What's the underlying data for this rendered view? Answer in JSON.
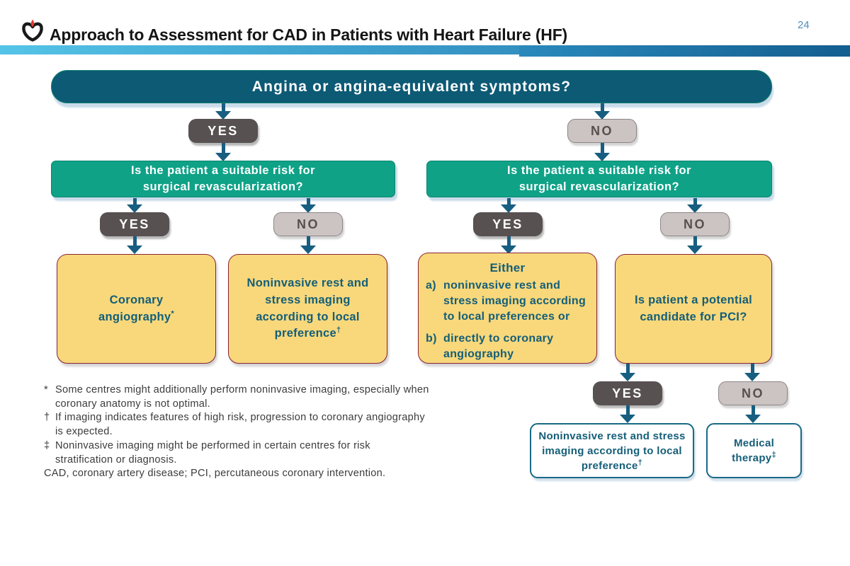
{
  "header": {
    "title": "Approach to Assessment for CAD in Patients with Heart Failure (HF)",
    "page_number": "24",
    "logo": "heart-flame-icon"
  },
  "flowchart": {
    "root_question": "Angina or angina-equivalent symptoms?",
    "yes": "YES",
    "no": "NO",
    "surgical_question": {
      "line1": "Is the patient a suitable risk for",
      "line2": "surgical revascularization?"
    },
    "coronary_angiography": {
      "text": "Coronary angiography",
      "sup": "*"
    },
    "imaging_preference": {
      "text": "Noninvasive rest and stress imaging according to local preference",
      "sup": "†"
    },
    "either": {
      "heading": "Either",
      "a_marker": "a)",
      "a_text": "noninvasive rest and stress imaging according to local preferences",
      "a_suffix": "or",
      "b_marker": "b)",
      "b_text": "directly to coronary angiography"
    },
    "pci_question": "Is patient a potential candidate for PCI?",
    "imaging_preference_outcome": {
      "text": "Noninvasive rest and stress imaging according to local preference",
      "sup": "†"
    },
    "medical_therapy": {
      "text": "Medical therapy",
      "sup": "‡"
    }
  },
  "footnotes": [
    {
      "marker": "*",
      "lines": [
        "Some centres might additionally perform noninvasive imaging, especially when",
        "coronary anatomy is not optimal."
      ]
    },
    {
      "marker": "†",
      "lines": [
        "If imaging indicates features of high risk, progression to coronary angiography",
        "is expected."
      ]
    },
    {
      "marker": "‡",
      "lines": [
        "Noninvasive imaging might be performed in certain centres for risk",
        "stratification or diagnosis."
      ]
    },
    {
      "marker": "",
      "lines": [
        "CAD, coronary artery disease; PCI, percutaneous coronary intervention."
      ]
    }
  ],
  "colors": {
    "header_bar_left": "#55C3E7",
    "header_bar_right": "#1E6FA8",
    "dark_teal_box": "#0D5A75",
    "green_box": "#0FA287",
    "yellow_box": "#F8D87B",
    "yellow_border": "#8A2236",
    "dark_pill": "#575152",
    "light_pill": "#CBC4C2",
    "arrow": "#175E80",
    "teal_text": "#145E78",
    "page_number": "#4E8FB9"
  }
}
